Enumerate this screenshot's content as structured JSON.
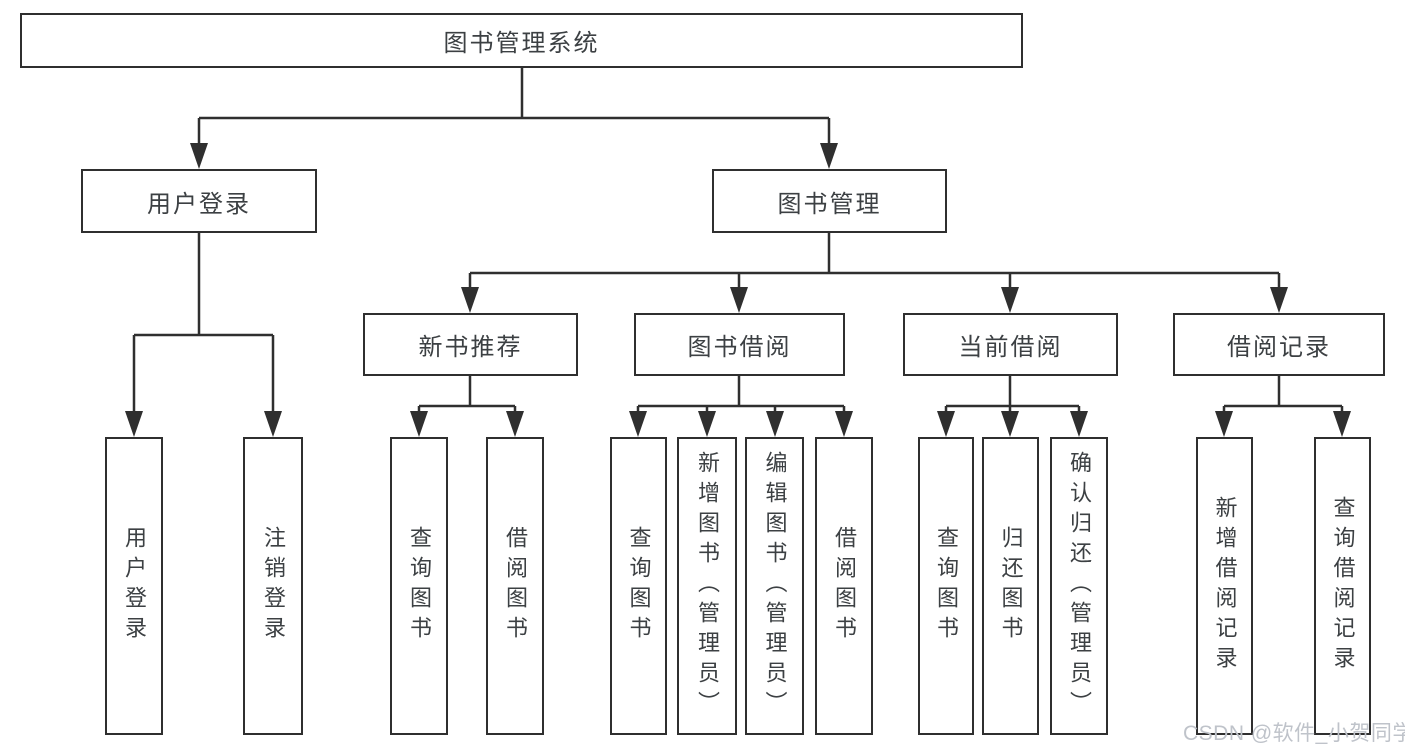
{
  "hierarchy": {
    "label": "图书管理系统",
    "children": [
      {
        "label": "用户登录",
        "children": [
          {
            "label": "用户登录"
          },
          {
            "label": "注销登录"
          }
        ]
      },
      {
        "label": "图书管理",
        "children": [
          {
            "label": "新书推荐",
            "children": [
              {
                "label": "查询图书"
              },
              {
                "label": "借阅图书"
              }
            ]
          },
          {
            "label": "图书借阅",
            "children": [
              {
                "label": "查询图书"
              },
              {
                "label": "新增图书（管理员）"
              },
              {
                "label": "编辑图书（管理员）"
              },
              {
                "label": "借阅图书"
              }
            ]
          },
          {
            "label": "当前借阅",
            "children": [
              {
                "label": "查询图书"
              },
              {
                "label": "归还图书"
              },
              {
                "label": "确认归还（管理员）"
              }
            ]
          },
          {
            "label": "借阅记录",
            "children": [
              {
                "label": "新增借阅记录"
              },
              {
                "label": "查询借阅记录"
              }
            ]
          }
        ]
      }
    ]
  },
  "watermark": {
    "text": "CSDN @软件_小贺同学"
  },
  "colors": {
    "line": "#2f2f2f",
    "box_border": "#2f2f2f",
    "box_fill": "#ffffff",
    "text": "#3c4043",
    "background": "#ffffff",
    "watermark": "#bfc3ca"
  }
}
